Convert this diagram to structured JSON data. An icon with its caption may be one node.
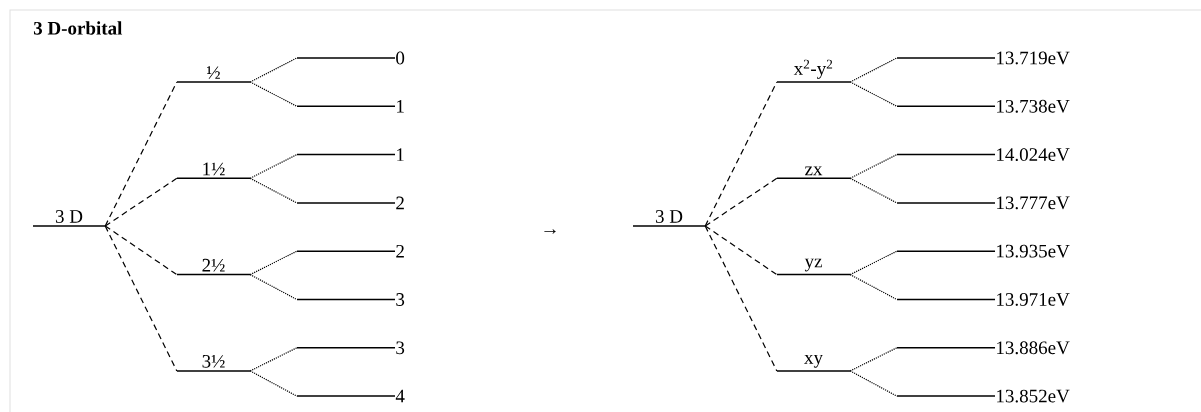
{
  "diagram": {
    "title": "3 D-orbital",
    "nodes": [
      {
        "text": [
          "3 D"
        ]
      },
      {
        "text": [
          "½"
        ]
      },
      {
        "text": [
          "1½"
        ]
      },
      {
        "text": [
          "2½"
        ]
      },
      {
        "text": [
          "3½"
        ]
      },
      {
        "text": [
          "0"
        ]
      },
      {
        "text": [
          "1"
        ]
      },
      {
        "text": [
          "1"
        ]
      },
      {
        "text": [
          "2"
        ]
      },
      {
        "text": [
          "2"
        ]
      },
      {
        "text": [
          "3"
        ]
      },
      {
        "text": [
          "3"
        ]
      },
      {
        "text": [
          "4"
        ]
      },
      {
        "text": [
          "3 D"
        ]
      },
      {
        "text": [
          "x$^{2}$-y$^{2}$"
        ]
      },
      {
        "text": [
          "zx"
        ]
      },
      {
        "text": [
          "yz"
        ]
      },
      {
        "text": [
          "xy"
        ]
      },
      {
        "text": [
          "13.719eV"
        ]
      },
      {
        "text": [
          "13.738eV"
        ]
      },
      {
        "text": [
          "14.024eV"
        ]
      },
      {
        "text": [
          "13.777eV"
        ]
      },
      {
        "text": [
          "13.935eV"
        ]
      },
      {
        "text": [
          "13.971eV"
        ]
      },
      {
        "text": [
          "13.886eV"
        ]
      },
      {
        "text": [
          "13.852eV"
        ]
      }
    ],
    "edges": [
      {
        "from": 0,
        "to": 1,
        "arrow": "none",
        "style": "dashed"
      },
      {
        "from": 0,
        "to": 2,
        "arrow": "none",
        "style": "dashed"
      },
      {
        "from": 0,
        "to": 3,
        "arrow": "none",
        "style": "dashed"
      },
      {
        "from": 0,
        "to": 4,
        "arrow": "none",
        "style": "dashed"
      },
      {
        "from": 1,
        "to": 5,
        "arrow": "none"
      },
      {
        "from": 1,
        "to": 6,
        "arrow": "none"
      },
      {
        "from": 2,
        "to": 7,
        "arrow": "none"
      },
      {
        "from": 2,
        "to": 8,
        "arrow": "none"
      },
      {
        "from": 3,
        "to": 9,
        "arrow": "none"
      },
      {
        "from": 3,
        "to": 10,
        "arrow": "none"
      },
      {
        "from": 4,
        "to": 11,
        "arrow": "none"
      },
      {
        "from": 4,
        "to": 12,
        "arrow": "none"
      },
      {
        "from": 13,
        "to": 14,
        "arrow": "none",
        "style": "dashed"
      },
      {
        "from": 13,
        "to": 15,
        "arrow": "none",
        "style": "dashed"
      },
      {
        "from": 13,
        "to": 16,
        "arrow": "none",
        "style": "dashed"
      },
      {
        "from": 13,
        "to": 17,
        "arrow": "none",
        "style": "dashed"
      },
      {
        "from": 14,
        "to": 18,
        "arrow": "none"
      },
      {
        "from": 14,
        "to": 19,
        "arrow": "none"
      },
      {
        "from": 15,
        "to": 20,
        "arrow": "none"
      },
      {
        "from": 15,
        "to": 21,
        "arrow": "none"
      },
      {
        "from": 16,
        "to": 22,
        "arrow": "none"
      },
      {
        "from": 16,
        "to": 23,
        "arrow": "none"
      },
      {
        "from": 17,
        "to": 24,
        "arrow": "none"
      },
      {
        "from": 17,
        "to": 25,
        "arrow": "none"
      }
    ],
    "labels": [
      "→"
    ]
  }
}
